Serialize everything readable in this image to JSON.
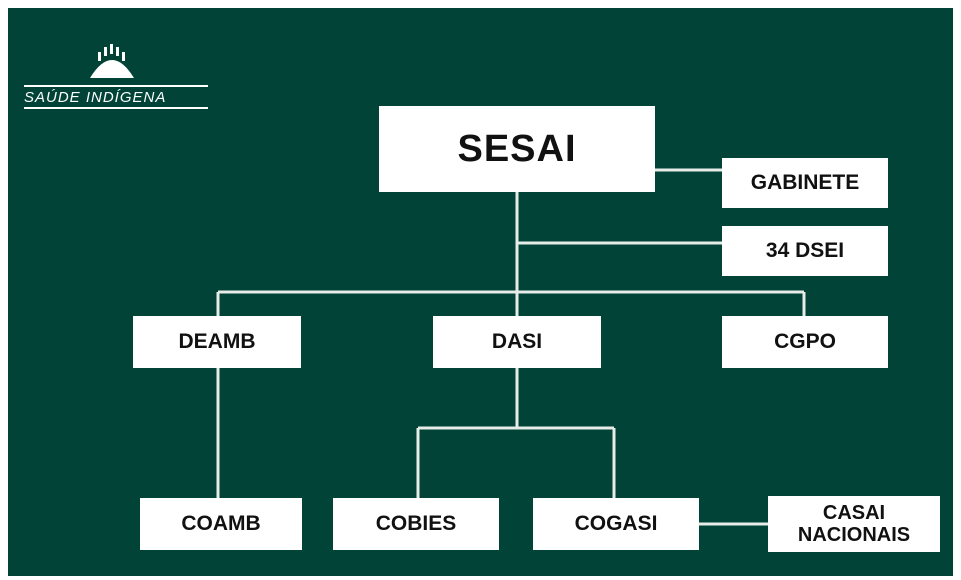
{
  "logo": {
    "icon": "feather-headdress-icon",
    "text": "SAÚDE INDÍGENA"
  },
  "nodes": {
    "sesai": "SESAI",
    "gabinete": "GABINETE",
    "dsei": "34 DSEI",
    "deamb": "DEAMB",
    "dasi": "DASI",
    "cgpo": "CGPO",
    "coamb": "COAMB",
    "cobies": "COBIES",
    "cogasi": "COGASI",
    "casai_line1": "CASAI",
    "casai_line2": "NACIONAIS"
  },
  "colors": {
    "background": "#014437",
    "box": "#ffffff",
    "line": "#e6ece8",
    "text": "#111111"
  }
}
